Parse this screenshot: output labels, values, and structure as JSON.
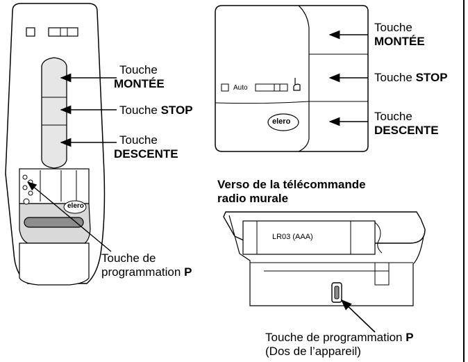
{
  "remote_handheld": {
    "label_up_1": "Touche",
    "label_up_2": "MONTÉE",
    "label_stop_1": "Touche",
    "label_stop_2": "STOP",
    "label_down_1": "Touche",
    "label_down_2": "DESCENTE",
    "label_prog_1": "Touche de",
    "label_prog_2": "programmation",
    "label_prog_3": "P",
    "logo": "elero"
  },
  "wall_remote": {
    "auto_label": "Auto",
    "logo": "elero",
    "label_up_1": "Touche",
    "label_up_2": "MONTÉE",
    "label_stop_1": "Touche",
    "label_stop_2": "STOP",
    "label_down_1": "Touche",
    "label_down_2": "DESCENTE"
  },
  "back_view": {
    "title_line1": "Verso de la télécommande",
    "title_line2": "radio murale",
    "battery_label": "LR03 (AAA)",
    "prog_line1": "Touche de programmation",
    "prog_line1_bold": "P",
    "prog_line2": "(Dos de l’appareil)"
  },
  "colors": {
    "line": "#000000",
    "shade": "#d9d9d9",
    "dark_shade": "#8c8c8c",
    "light_bg": "#ffffff"
  },
  "icons": [
    "hand-pointer-icon",
    "arrow-icon",
    "elero-logo"
  ]
}
